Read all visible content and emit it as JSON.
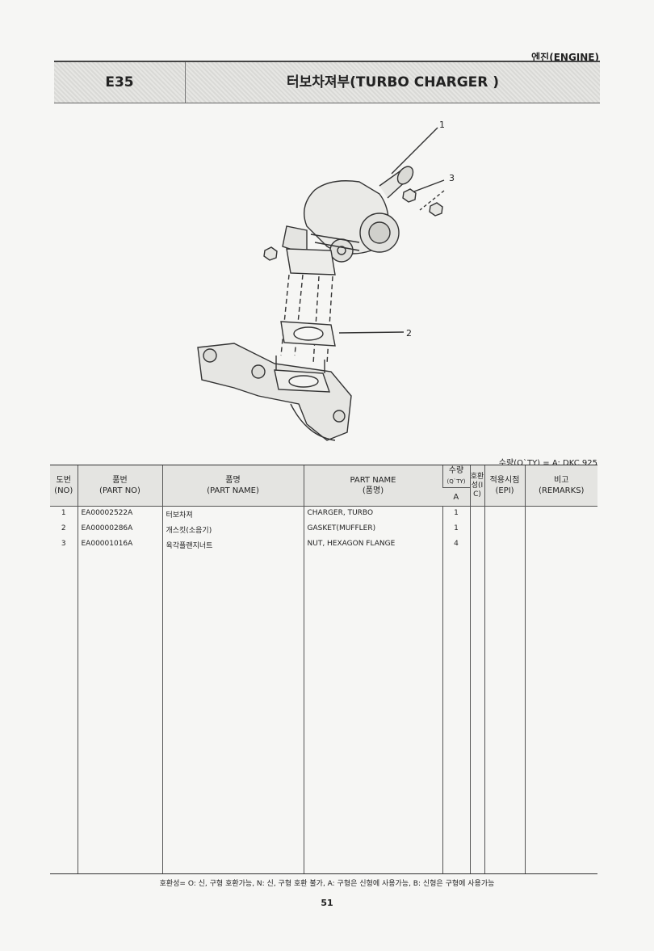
{
  "header": {
    "section_label": "엔진(ENGINE)",
    "code": "E35",
    "title": "터보차져부(TURBO CHARGER )"
  },
  "diagram": {
    "callouts": [
      "1",
      "2",
      "3"
    ]
  },
  "qty_note": "수량(Q`TY) = A: DKC 925",
  "table": {
    "headers": {
      "no_ko": "도번",
      "no_en": "(NO)",
      "part_no_ko": "품번",
      "part_no_en": "(PART NO)",
      "part_name_ko": "품명",
      "part_name_en": "(PART NAME)",
      "part_name_title": "PART NAME",
      "part_name_sub": "(품명)",
      "qty_ko": "수량",
      "qty_en": "(Q`TY)",
      "qty_a": "A",
      "ic": "호환성(IC)",
      "epi_ko": "적용시점",
      "epi_en": "(EPI)",
      "remarks_ko": "비고",
      "remarks_en": "(REMARKS)"
    },
    "rows": [
      {
        "no": "1",
        "part_no": "EA00002522A",
        "name_ko": "터보차져",
        "name_en": "CHARGER, TURBO",
        "qty": "1",
        "ic": "",
        "epi": "",
        "remarks": ""
      },
      {
        "no": "2",
        "part_no": "EA00000286A",
        "name_ko": "개스킷(소음기)",
        "name_en": "GASKET(MUFFLER)",
        "qty": "1",
        "ic": "",
        "epi": "",
        "remarks": ""
      },
      {
        "no": "3",
        "part_no": "EA00001016A",
        "name_ko": "육각플랜지너트",
        "name_en": "NUT, HEXAGON FLANGE",
        "qty": "4",
        "ic": "",
        "epi": "",
        "remarks": ""
      }
    ]
  },
  "footer_note": "호환성= O: 신, 구형 호환가능, N: 신, 구형 호환 불가, A: 구형은 신형에 사용가능, B: 신형은 구형에 사용가능",
  "page_number": "51"
}
